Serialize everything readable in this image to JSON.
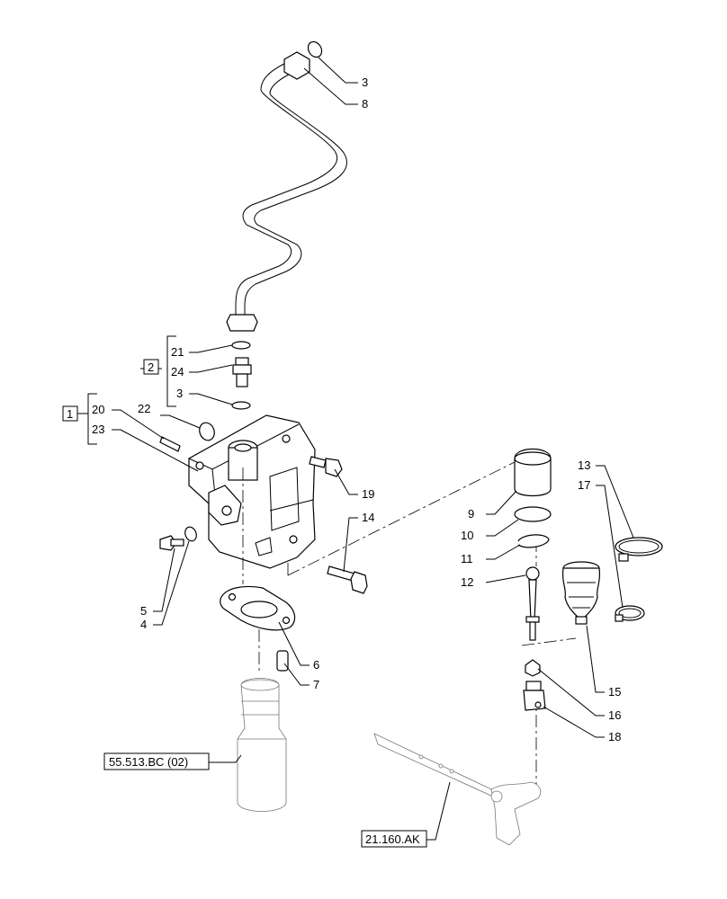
{
  "callouts": {
    "c3a": "3",
    "c8": "8",
    "c21": "21",
    "c24": "24",
    "c3b": "3",
    "c20": "20",
    "c23": "23",
    "c22": "22",
    "c19": "19",
    "c14": "14",
    "c5": "5",
    "c4": "4",
    "c6": "6",
    "c7": "7",
    "c9": "9",
    "c10": "10",
    "c11": "11",
    "c12": "12",
    "c13": "13",
    "c17": "17",
    "c15": "15",
    "c16": "16",
    "c18": "18"
  },
  "groups": {
    "g1": "1",
    "g2": "2"
  },
  "references": {
    "ref_cylinder": "55.513.BC (02)",
    "ref_lever": "21.160.AK"
  }
}
